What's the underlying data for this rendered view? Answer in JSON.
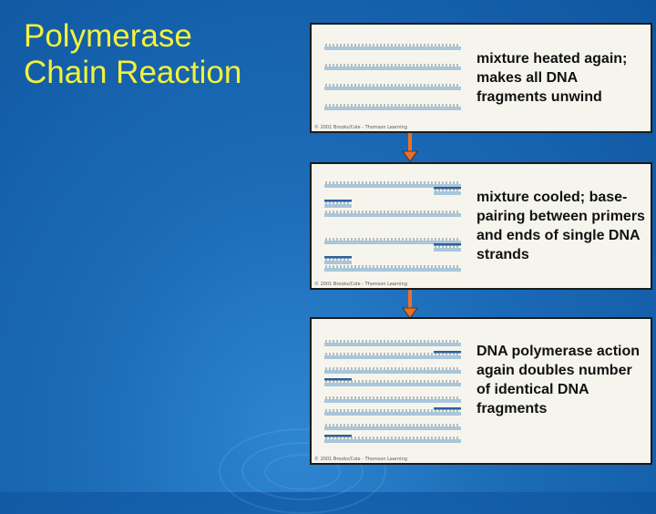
{
  "title": "Polymerase\nChain Reaction",
  "panels": [
    {
      "text": "mixture heated again; makes all DNA fragments unwind",
      "credit": "© 2001 Brooks/Cole - Thomson Learning"
    },
    {
      "text": "mixture cooled; base-pairing between primers and ends of single DNA strands",
      "credit": "© 2001 Brooks/Cole - Thomson Learning"
    },
    {
      "text": "DNA polymerase action again doubles number of identical DNA fragments",
      "credit": "© 2001 Brooks/Cole - Thomson Learning"
    }
  ],
  "colors": {
    "title": "#f2f23a",
    "strand": "#a8c6dc",
    "primer": "#2a5fa0",
    "arrow": "#e8702a"
  }
}
